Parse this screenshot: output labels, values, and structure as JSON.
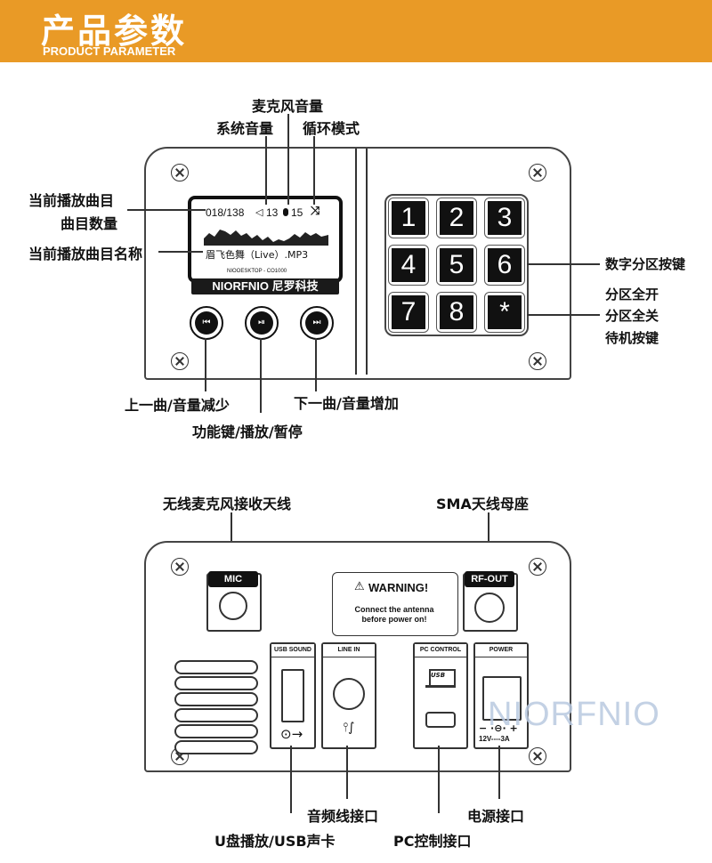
{
  "header": {
    "title": "产品参数",
    "subtitle": "PRODUCT PARAMETER"
  },
  "front": {
    "labels": {
      "mic_volume": "麦克风音量",
      "sys_volume": "系统音量",
      "loop_mode": "循环模式",
      "current_track": "当前播放曲目",
      "track_count": "曲目数量",
      "track_name": "当前播放曲目名称",
      "number_keys": "数字分区按键",
      "zone_all_on": "分区全开",
      "zone_all_off": "分区全关",
      "standby": "待机按键",
      "prev": "上一曲/音量减少",
      "play": "功能键/播放/暂停",
      "next": "下一曲/音量增加"
    },
    "lcd": {
      "counter": "018/138",
      "vol": "13",
      "mic": "15",
      "song": "眉飞色舞（Live）.MP3"
    },
    "model": "NIOOESKTOP - CO1000",
    "brand": "NIORFNIO 尼罗科技",
    "keys": [
      "1",
      "2",
      "3",
      "4",
      "5",
      "6",
      "7",
      "8",
      "*"
    ]
  },
  "back": {
    "labels": {
      "mic_antenna": "无线麦克风接收天线",
      "sma": "SMA天线母座",
      "audio_in": "音频线接口",
      "power": "电源接口",
      "usb": "U盘播放/USB声卡",
      "pc": "PC控制接口"
    },
    "mic_tag": "MIC",
    "rf_tag": "RF-OUT",
    "warning_title": "WARNING!",
    "warning_line1": "Connect the antenna",
    "warning_line2": "before power on!",
    "usb_sound": "USB SOUND",
    "line_in": "LINE IN",
    "pc_control": "PC CONTROL",
    "power_hd": "POWER",
    "usb_small": "USB",
    "power_spec": "12V----3A",
    "watermark": "NIORFNIO"
  },
  "colors": {
    "banner": "#e99a26",
    "watermark": "#aac4e8"
  }
}
